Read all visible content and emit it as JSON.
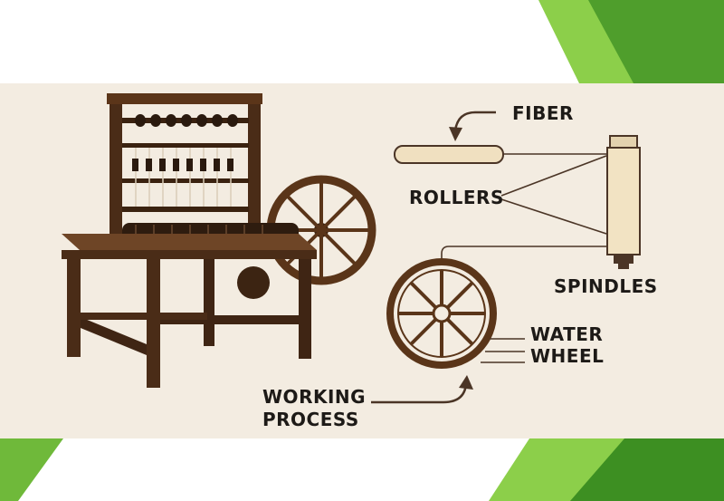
{
  "colors": {
    "background_panel": "#f3ece1",
    "wood_dark": "#4a2c17",
    "wood_mid": "#6e4526",
    "diagram_line": "#4b3526",
    "fiber_cream": "#f0e0c0",
    "accent_green_dark": "#3d8f22",
    "accent_green_light": "#7cc240"
  },
  "labels": {
    "fiber": "FIBER",
    "rollers": "ROLLERS",
    "spindles": "SPINDLES",
    "water_wheel_line1": "WATER",
    "water_wheel_line2": "WHEEL",
    "working_process_line1": "WORKING",
    "working_process_line2": "PROCESS"
  }
}
